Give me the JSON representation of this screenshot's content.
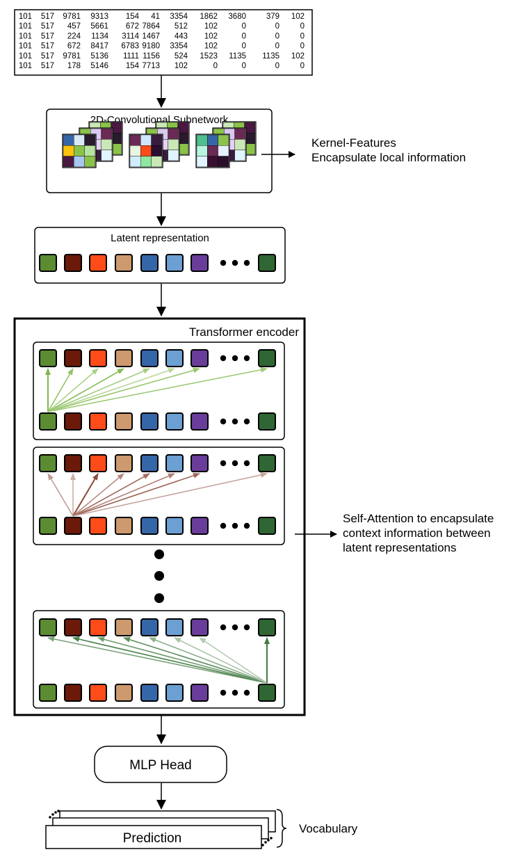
{
  "input_table": {
    "rows": [
      [
        "101",
        "517",
        "9781",
        "9313",
        "154",
        "41",
        "3354",
        "1862",
        "3680",
        "379",
        "102"
      ],
      [
        "101",
        "517",
        "457",
        "5661",
        "672",
        "7864",
        "512",
        "102",
        "0",
        "0",
        "0"
      ],
      [
        "101",
        "517",
        "224",
        "1134",
        "3114",
        "1467",
        "443",
        "102",
        "0",
        "0",
        "0"
      ],
      [
        "101",
        "517",
        "672",
        "8417",
        "6783",
        "9180",
        "3354",
        "102",
        "0",
        "0",
        "0"
      ],
      [
        "101",
        "517",
        "9781",
        "5136",
        "1111",
        "1156",
        "524",
        "1523",
        "1135",
        "1135",
        "102"
      ],
      [
        "101",
        "517",
        "178",
        "5146",
        "154",
        "7713",
        "102",
        "0",
        "0",
        "0",
        "0"
      ]
    ]
  },
  "conv": {
    "title": "2D-Convolutional Subnetwork",
    "annotation_line1": "Kernel-Features",
    "annotation_line2": "Encapsulate local information"
  },
  "latent": {
    "title": "Latent representation"
  },
  "transformer": {
    "title": "Transformer encoder",
    "annotation_line1": "Self-Attention to encapsulate",
    "annotation_line2": "context information between",
    "annotation_line3": "latent representations"
  },
  "mlp": {
    "label": "MLP Head"
  },
  "prediction": {
    "label": "Prediction",
    "annotation": "Vocabulary"
  },
  "token_colors": [
    "#5b8c32",
    "#6b1a0a",
    "#ff4b1a",
    "#cc9a6e",
    "#3566a8",
    "#6c9fd2",
    "#6a3d9a",
    "#2f6633"
  ],
  "attention_colors": {
    "first": "#7eb84a",
    "second": "#8b4a3a",
    "last": "#3f7a3f"
  }
}
